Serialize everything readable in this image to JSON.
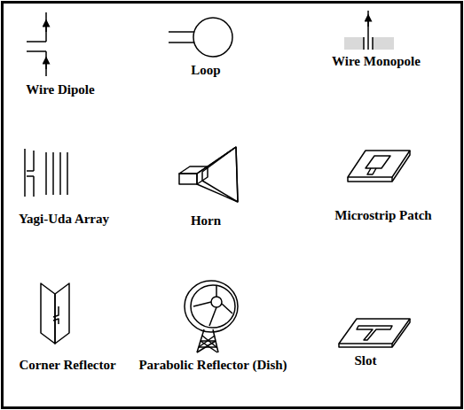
{
  "diagram": {
    "labels": [
      "Wire Dipole",
      "Loop",
      "Wire Monopole",
      "Yagi-Uda Array",
      "Horn",
      "Microstrip Patch",
      "Corner Reflector",
      "Parabolic Reflector (Dish)",
      "Slot"
    ]
  }
}
